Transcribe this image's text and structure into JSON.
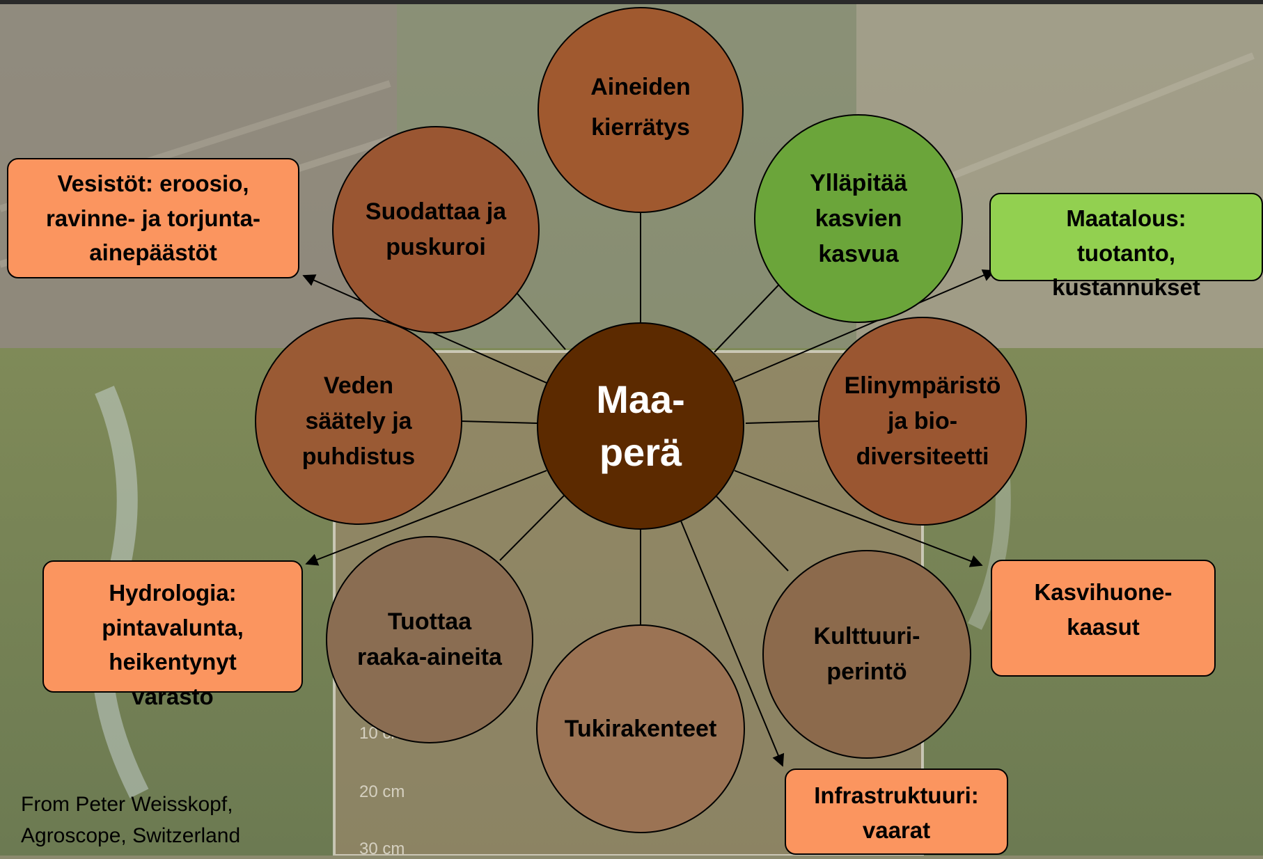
{
  "center": {
    "line1": "Maa-",
    "line2": "perä"
  },
  "functions": [
    {
      "id": "aineiden",
      "lines": [
        "Aineiden",
        "kierrätys"
      ]
    },
    {
      "id": "yllapitaa",
      "lines": [
        "Ylläpitää",
        "kasvien",
        "kasvua"
      ]
    },
    {
      "id": "elinymparisto",
      "lines": [
        "Elinympäristö",
        "ja bio-",
        "diversiteetti"
      ]
    },
    {
      "id": "kulttuuri",
      "lines": [
        "Kulttuuri-",
        "perintö"
      ]
    },
    {
      "id": "tukirakenteet",
      "lines": [
        "Tukirakenteet"
      ]
    },
    {
      "id": "tuottaa",
      "lines": [
        "Tuottaa",
        "raaka-aineita"
      ]
    },
    {
      "id": "veden",
      "lines": [
        "Veden",
        "säätely ja",
        "puhdistus"
      ]
    },
    {
      "id": "suodattaa",
      "lines": [
        "Suodattaa ja",
        "puskuroi"
      ]
    }
  ],
  "impacts": [
    {
      "id": "vesistot",
      "lines": [
        "Vesistöt: eroosio,",
        "ravinne- ja torjunta-",
        "ainepäästöt"
      ]
    },
    {
      "id": "maatalous",
      "lines": [
        "Maatalous:",
        "tuotanto,",
        "kustannukset"
      ]
    },
    {
      "id": "hydrologia",
      "lines": [
        "Hydrologia:",
        "pintavalunta,",
        "heikentynyt",
        "varasto"
      ]
    },
    {
      "id": "kasvihuone",
      "lines": [
        "Kasvihuone-",
        "kaasut"
      ]
    },
    {
      "id": "infrastruktuuri",
      "lines": [
        "Infrastruktuuri:",
        "vaarat"
      ]
    }
  ],
  "ruler_labels": [
    "10 cm",
    "20 cm",
    "30 cm"
  ],
  "credit": {
    "line1": "From Peter Weisskopf,",
    "line2": "Agroscope, Switzerland"
  },
  "colors": {
    "center": "#5c2a00",
    "brown_node": "#9a5a33",
    "green_node": "#6aaa3a",
    "orange_box": "#fb955f",
    "green_box": "#92d050"
  }
}
